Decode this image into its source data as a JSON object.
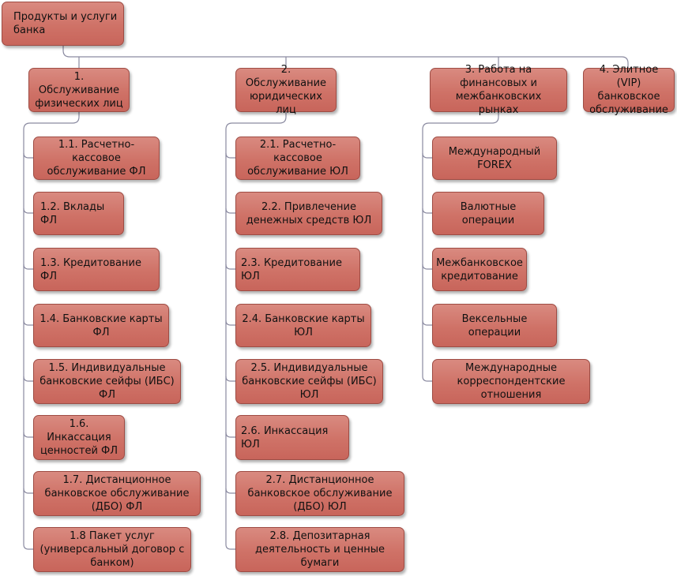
{
  "root": "Продукты и услуги банка",
  "columns": [
    {
      "title": "1. Обслуживание физических лиц",
      "items": [
        "1.1. Расчетно-кассовое обслуживание ФЛ",
        "1.2. Вклады ФЛ",
        "1.3. Кредитование ФЛ",
        "1.4. Банковские карты ФЛ",
        "1.5. Индивидуальные банковские сейфы (ИБС) ФЛ",
        "1.6. Инкассация ценностей ФЛ",
        "1.7. Дистанционное банковское обслуживание (ДБО) ФЛ",
        "1.8 Пакет услуг (универсальный договор с банком)"
      ]
    },
    {
      "title": "2. Обслуживание юридических лиц",
      "items": [
        "2.1. Расчетно-кассовое обслуживание ЮЛ",
        "2.2. Привлечение денежных средств ЮЛ",
        "2.3. Кредитование ЮЛ",
        "2.4. Банковские карты ЮЛ",
        "2.5. Индивидуальные банковские сейфы (ИБС) ЮЛ",
        "2.6. Инкассация ЮЛ",
        "2.7. Дистанционное банковское обслуживание (ДБО) ЮЛ",
        "2.8. Депозитарная деятельность и ценные бумаги"
      ]
    },
    {
      "title": "3. Работа на финансовых и межбанковских рынках",
      "items": [
        "Международный FOREX",
        "Валютные операции",
        "Межбанковское кредитование",
        "Вексельные операции",
        "Международные корреспондентские отношения"
      ]
    },
    {
      "title": "4. Элитное (VIP) банковское обслуживание",
      "items": []
    }
  ],
  "colors": {
    "box_fill": "#cf7267",
    "box_border": "#9e4c44",
    "connector": "#8a8aa0"
  }
}
